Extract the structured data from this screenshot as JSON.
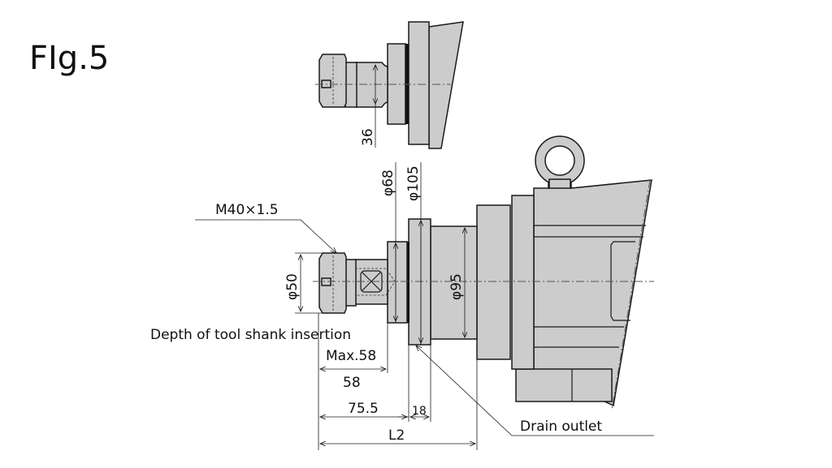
{
  "figure": {
    "title": "FIg.5",
    "labels": {
      "dim_36": "36",
      "thread": "M40×1.5",
      "dia_68": "φ68",
      "dia_105": "φ105",
      "dia_50": "φ50",
      "dia_95": "φ95",
      "insertion_depth": "Depth of tool shank insertion",
      "max_58": "Max.58",
      "dim_58": "58",
      "dim_75_5": "75.5",
      "dim_18": "18",
      "dim_l2": "L2",
      "drain_outlet": "Drain outlet"
    },
    "colors": {
      "part_fill": "#cccccc",
      "line": "#1a1a1a"
    }
  }
}
